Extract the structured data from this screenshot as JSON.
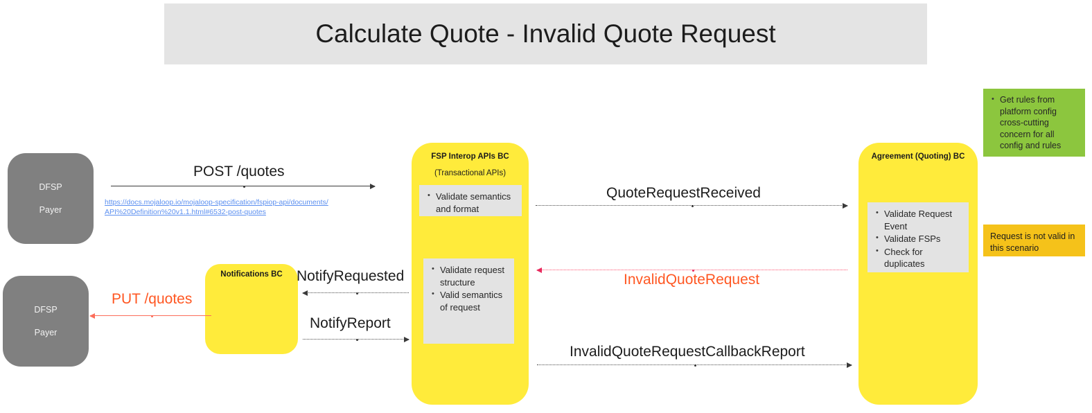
{
  "header": {
    "title": "Calculate Quote - Invalid Quote Request"
  },
  "lanes": {
    "dfsp_payer_top": {
      "line1": "DFSP",
      "line2": "Payer"
    },
    "dfsp_payer_bottom": {
      "line1": "DFSP",
      "line2": "Payer"
    },
    "notifications_bc": {
      "title": "Notifications BC"
    },
    "fsp_interop_bc": {
      "title": "FSP Interop APIs BC",
      "subtitle": "(Transactional APIs)"
    },
    "agreement_bc": {
      "title": "Agreement (Quoting) BC"
    }
  },
  "notes": {
    "fsp_validate_semantics": {
      "items": [
        "Validate semantics and format"
      ]
    },
    "fsp_validate_request": {
      "items": [
        "Validate request structure",
        "Valid semantics of request"
      ]
    },
    "agreement_validate": {
      "items": [
        "Validate Request Event",
        "Validate FSPs",
        "Check for duplicates"
      ]
    },
    "platform_config": {
      "items": [
        "Get rules from platform config cross-cutting concern for all config and rules"
      ]
    },
    "invalid_scenario": {
      "text": "Request is not valid in this scenario"
    }
  },
  "flows": {
    "post_quotes": "POST /quotes",
    "post_quotes_link": "https://docs.mojaloop.io/mojaloop-specification/fspiop-api/documents/API%20Definition%20v1.1.html#6532-post-quotes",
    "quote_request_received": "QuoteRequestReceived",
    "invalid_quote_request": "InvalidQuoteRequest",
    "invalid_quote_request_callback_report": "InvalidQuoteRequestCallbackReport",
    "notify_requested": "NotifyRequested",
    "notify_report": "NotifyReport",
    "put_quotes": "PUT /quotes"
  },
  "colors": {
    "lane_yellow": "#ffeb3b",
    "lane_gray": "#808080",
    "note_gray": "#e3e3e3",
    "note_green": "#8cc63e",
    "note_amber": "#f5c21a",
    "accent_red": "#ff5722",
    "link_blue": "#5b8ff0",
    "title_bg": "#e4e4e4"
  }
}
